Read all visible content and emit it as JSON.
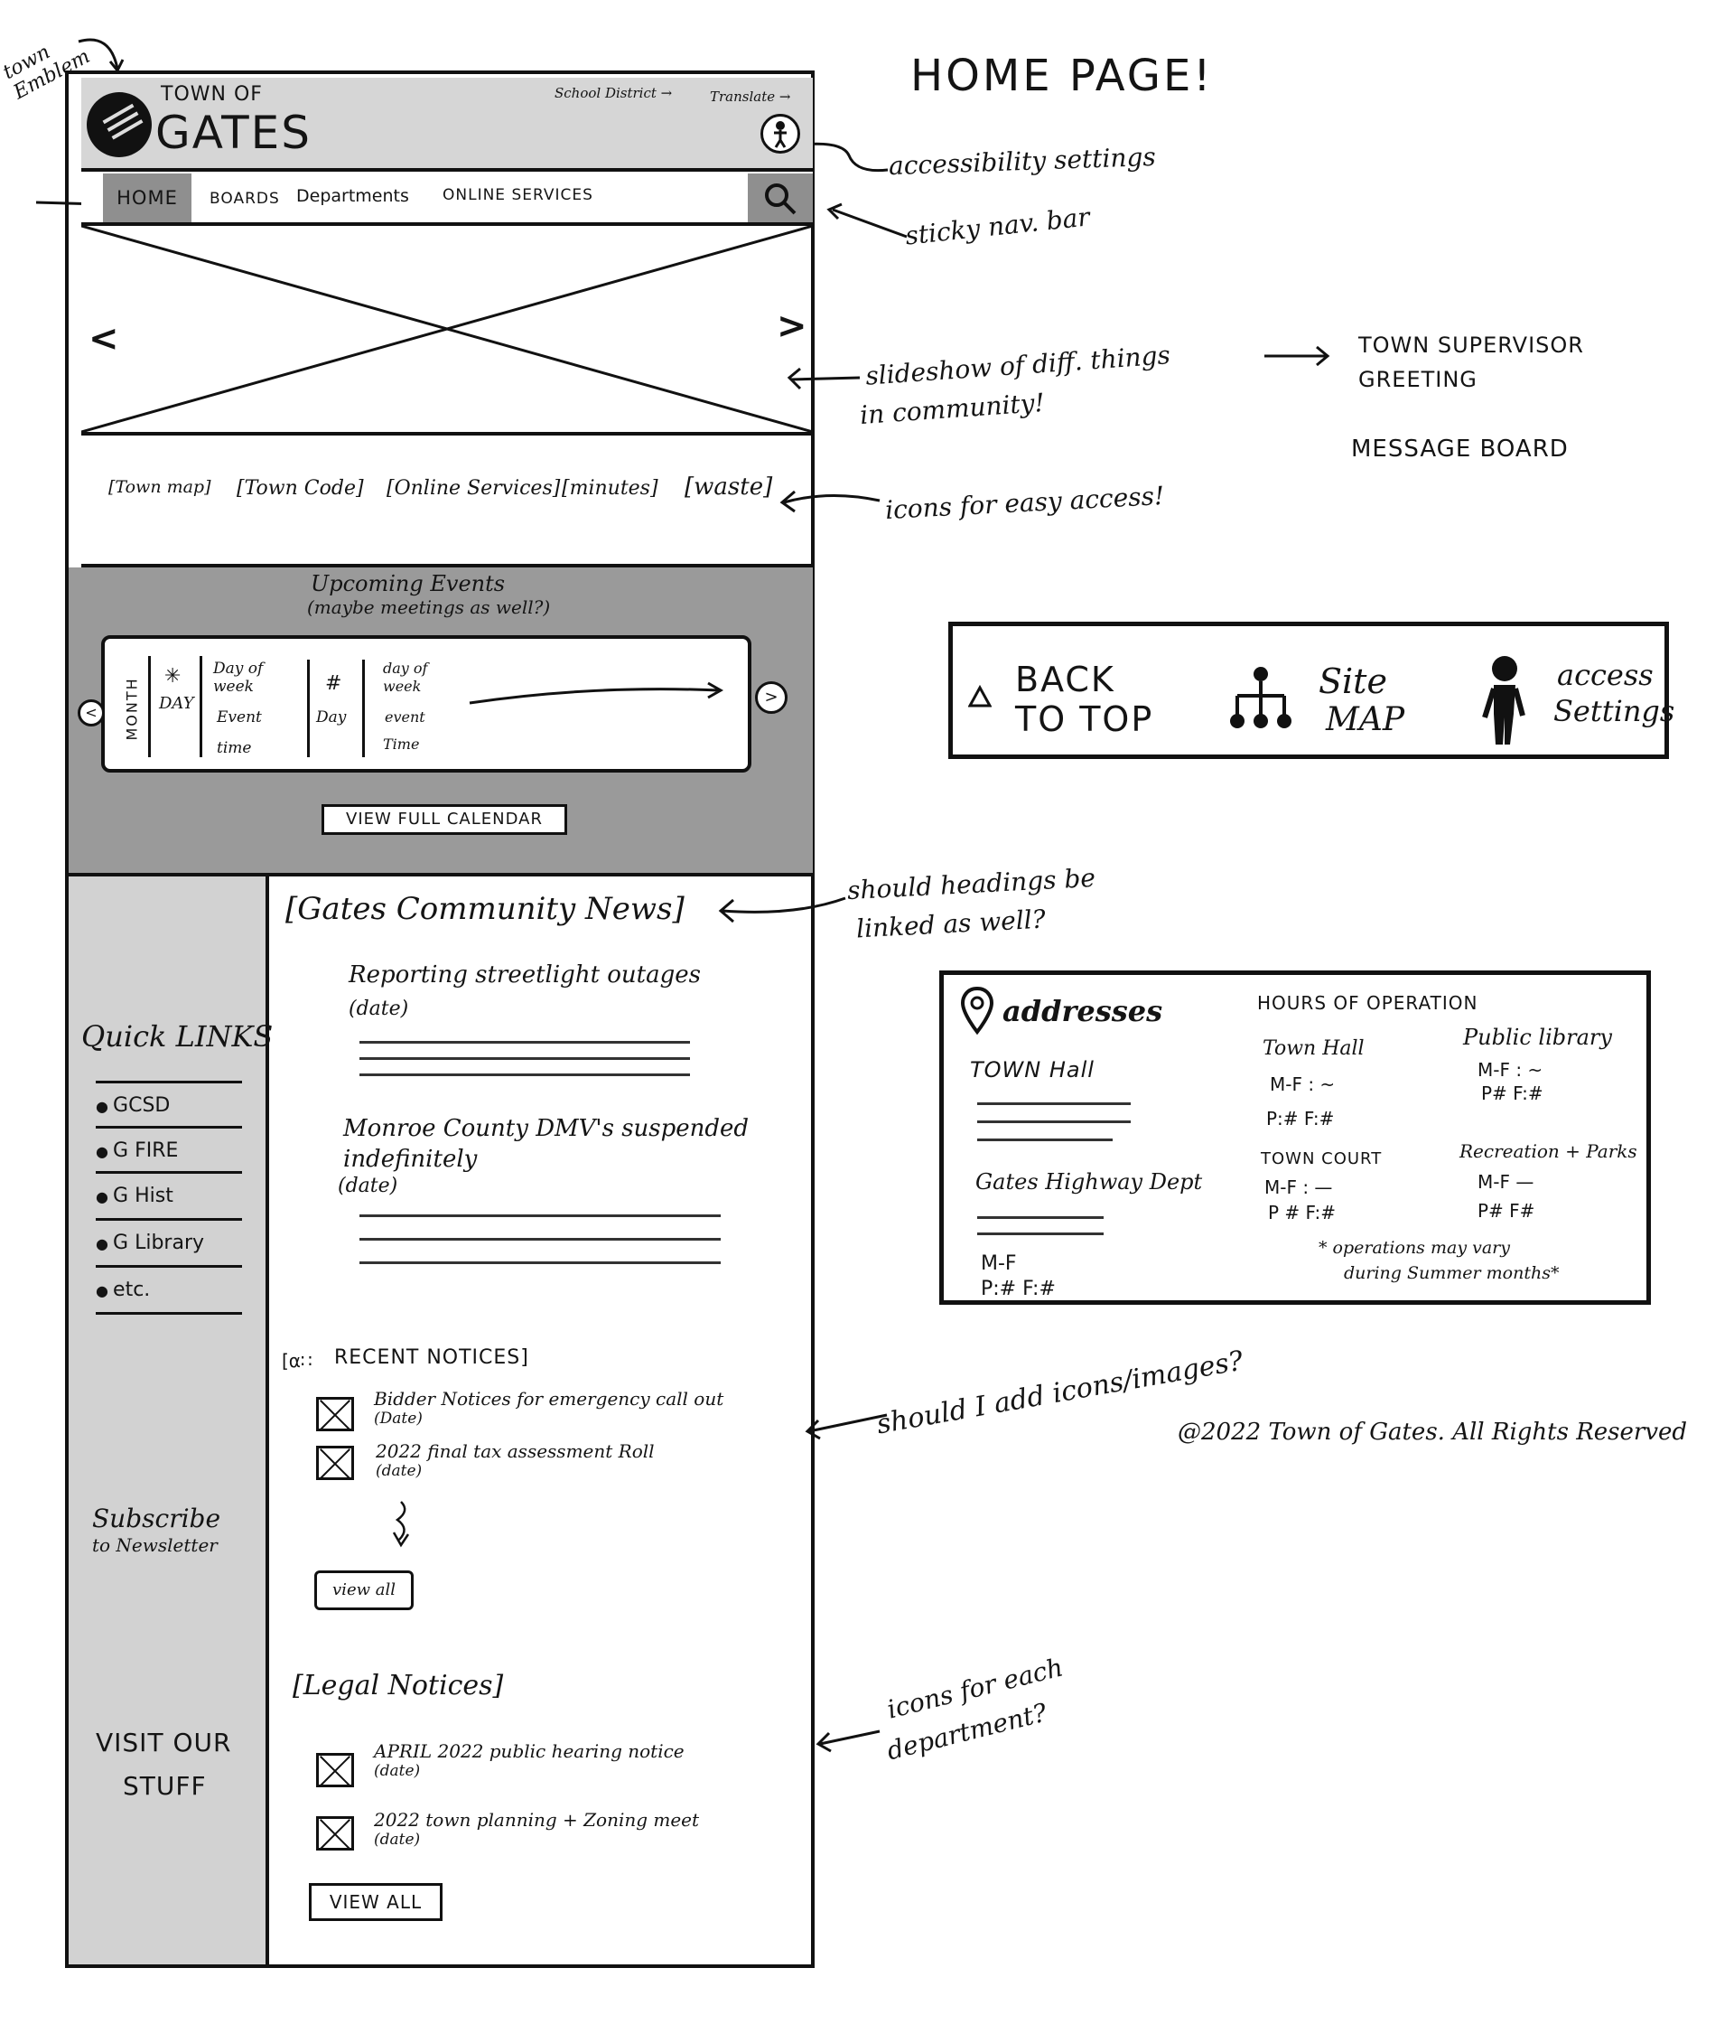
{
  "annotations": {
    "town_emblem": "town Emblem",
    "page_title": "HOME PAGE!",
    "accessibility_settings": "accessibility settings",
    "sticky_nav": "sticky nav. bar",
    "slideshow_line1": "slideshow of diff. things",
    "slideshow_line2": "in community!",
    "slideshow_target1": "TOWN SUPERVISOR",
    "slideshow_target2": "GREETING",
    "message_board": "MESSAGE BOARD",
    "icons_easy_access": "icons for easy access!",
    "headings_linked_1": "should headings be",
    "headings_linked_2": "linked as well?",
    "add_icons": "should I add icons/images?",
    "icons_department_1": "icons for each",
    "icons_department_2": "department?"
  },
  "header": {
    "town_of": "TOWN OF",
    "town_name": "GATES",
    "school_district": "School District →",
    "translate": "Translate →",
    "accessibility_icon": "accessibility-person-icon"
  },
  "nav": {
    "home": "HOME",
    "boards": "BOARDS",
    "departments": "Departments",
    "online_services": "ONLINE SERVICES",
    "search_icon": "search-icon"
  },
  "slideshow": {
    "prev": "<",
    "next": ">"
  },
  "quick_icons": [
    "[Town map]",
    "[Town Code]",
    "[Online Services]",
    "[minutes]",
    "[waste]"
  ],
  "events": {
    "title": "Upcoming Events",
    "subtitle": "(maybe meetings as well?)",
    "month": "MONTH",
    "day1_symbol": "✳",
    "day1_label": "DAY",
    "day1_week": "Day of week",
    "day1_event": "Event",
    "day1_time": "time",
    "day2_symbol": "#",
    "day2_label": "Day",
    "day2_week": "day of week",
    "day2_event": "event",
    "day2_time": "Time",
    "prev": "<",
    "next": ">",
    "view_full": "VIEW FULL Calendar"
  },
  "sidebar": {
    "quick_links_title": "Quick LINKS",
    "links": [
      "GCSD",
      "G FIRE",
      "G Hist",
      "G Library",
      "etc."
    ],
    "subscribe_line1": "Subscribe",
    "subscribe_line2": "to Newsletter",
    "visit_line1": "VISIT OUR",
    "visit_line2": "STUFF"
  },
  "news": {
    "title": "[Gates Community News]",
    "item1_title": "Reporting streetlight outages",
    "item1_date": "(date)",
    "item2_title": "Monroe County DMV's suspended indefinitely",
    "item2_date": "(date)"
  },
  "recent_notices": {
    "title": "RECENT NOTICES]",
    "icon_text": "[α∷",
    "item1_title": "Bidder Notices for emergency call out",
    "item1_date": "(Date)",
    "item2_title": "2022 final tax assessment Roll",
    "item2_date": "(date)",
    "view_all": "view all"
  },
  "legal_notices": {
    "title": "[Legal Notices]",
    "item1_title": "APRIL 2022 public hearing notice",
    "item1_date": "(date)",
    "item2_title": "2022 town planning + Zoning meet",
    "item2_date": "(date)",
    "view_all": "VIEW ALL"
  },
  "footer_strip": {
    "back_to_top_1": "BACK",
    "back_to_top_2": "TO TOP",
    "site_map_1": "Site",
    "site_map_2": "MAP",
    "access_1": "access",
    "access_2": "Settings",
    "icons": [
      "triangle-up-icon",
      "sitemap-icon",
      "person-icon"
    ]
  },
  "info_box": {
    "addresses_title": "addresses",
    "town_hall": "TOWN Hall",
    "highway_dept": "Gates Highway Dept",
    "highway_mf": "M-F",
    "highway_pf": "P:#  F:#",
    "hours_title": "HOURS OF OPERATION",
    "h_town_hall": "Town Hall",
    "h_town_hall_mf": "M-F : ~",
    "h_town_hall_pf": "P:#   F:#",
    "h_library": "Public library",
    "h_library_mf": "M-F : ~",
    "h_library_pf": "P#   F:#",
    "h_court": "TOWN COURT",
    "h_court_mf": "M-F : —",
    "h_court_pf": "P #   F:#",
    "h_rec": "Recreation + Parks",
    "h_rec_mf": "M-F   —",
    "h_rec_pf": "P#   F#",
    "note_1": "* operations may vary",
    "note_2": "during Summer months*",
    "pin_icon": "map-pin-icon"
  },
  "copyright": "@2022 Town of Gates. All Rights Reserved"
}
